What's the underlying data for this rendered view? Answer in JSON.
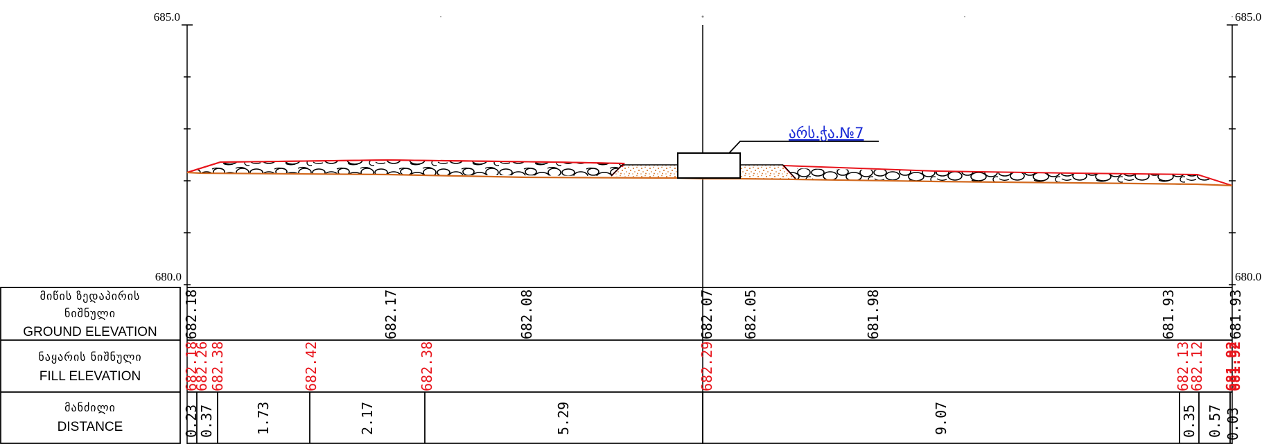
{
  "axis": {
    "top_left": "685.0",
    "top_right": "685.0",
    "bottom_left": "680.0",
    "bottom_right": "680.0"
  },
  "elevation_range": [
    680.0,
    685.0
  ],
  "annotation": {
    "label": "არს.ჭა.№7"
  },
  "rows": {
    "ground": {
      "label_geo_1": "მიწის ზედაპირის",
      "label_geo_2": "ნიშნული",
      "label_en": "GROUND ELEVATION"
    },
    "fill": {
      "label_geo": "ნაყარის ნიშნული",
      "label_en": "FILL ELEVATION"
    },
    "distance": {
      "label_geo": "მანძილი",
      "label_en": "DISTANCE"
    }
  },
  "ground_elevations": [
    "682.18",
    "682.17",
    "682.08",
    "682.07",
    "682.05",
    "681.98",
    "681.93",
    "681.93"
  ],
  "fill_elevations": [
    "682.18",
    "682.26",
    "682.38",
    "682.42",
    "682.38",
    "682.29",
    "682.13",
    "682.12",
    "681.92",
    "681.92"
  ],
  "distances": [
    "0.23",
    "0.37",
    "1.73",
    "2.17",
    "5.29",
    "9.07",
    "0.35",
    "0.57",
    "0.03"
  ],
  "colors": {
    "fill_line": "#e8141b",
    "ground_line": "#d2691e",
    "sand": "#e0a070",
    "annotation": "#1a2bd6"
  }
}
